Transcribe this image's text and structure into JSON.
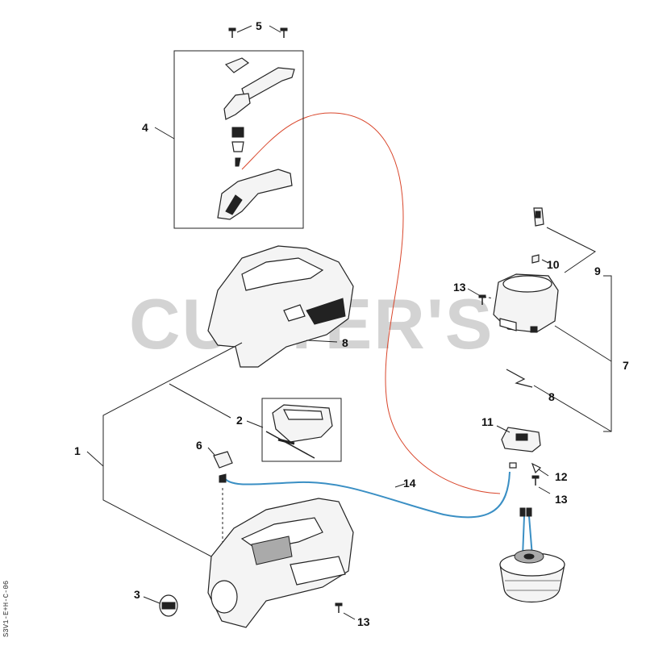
{
  "watermark": "CUTTER'S",
  "side_code": "S3V1-E+H-C-06",
  "labels": {
    "p1": "1",
    "p2": "2",
    "p3": "3",
    "p4": "4",
    "p5": "5",
    "p6": "6",
    "p7": "7",
    "p8a": "8",
    "p8b": "8",
    "p9": "9",
    "p10": "10",
    "p11": "11",
    "p12": "12",
    "p13a": "13",
    "p13b": "13",
    "p13c": "13",
    "p14": "14"
  },
  "colors": {
    "red_wire": "#d9462b",
    "blue_wire": "#3a8fc4",
    "watermark": "#d3d3d3"
  }
}
